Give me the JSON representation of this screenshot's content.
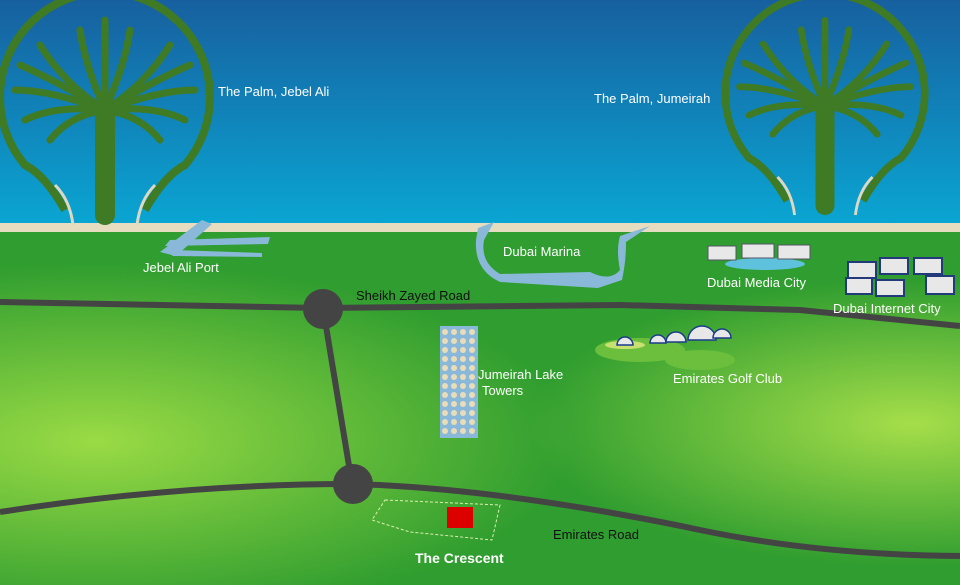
{
  "labels": {
    "palm_jebel_ali": "The Palm, Jebel Ali",
    "palm_jumeirah": "The Palm, Jumeirah",
    "jebel_ali_port": "Jebel Ali Port",
    "dubai_marina": "Dubai Marina",
    "dubai_media_city": "Dubai Media City",
    "dubai_internet_city": "Dubai Internet City",
    "sheikh_zayed_road": "Sheikh Zayed Road",
    "jumeirah_lake_towers_1": "Jumeirah Lake",
    "jumeirah_lake_towers_2": "Towers",
    "emirates_golf_club": "Emirates Golf Club",
    "emirates_road": "Emirates Road",
    "the_crescent": "The Crescent"
  },
  "colors": {
    "sea_top": "#17609f",
    "sea_bottom": "#0aa6d3",
    "sand": "#e6dcc0",
    "land": "#2f9d2f",
    "land_light": "#8fd640",
    "road": "#444444",
    "palm": "#3f7a24",
    "water": "#7fb6d8",
    "marker": "#dd0000"
  }
}
